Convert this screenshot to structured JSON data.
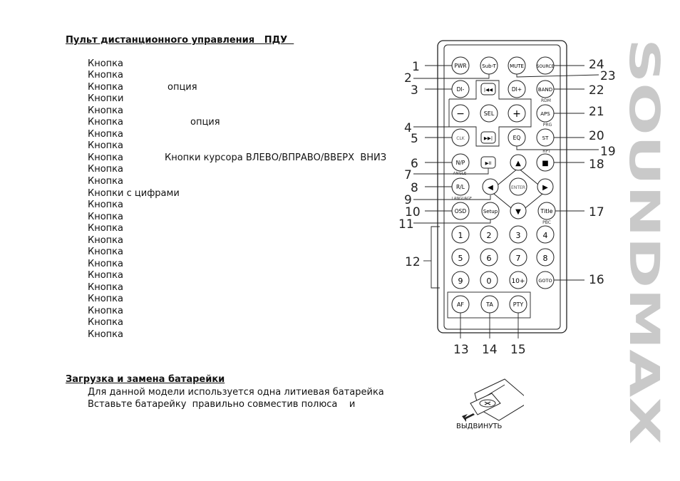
{
  "section1": {
    "title": "Пульт дистанционного управления   ПДУ  ",
    "lines": [
      {
        "a": "Кнопка",
        "b": ""
      },
      {
        "a": "Кнопка",
        "b": ""
      },
      {
        "a": "Кнопка",
        "b": "опция"
      },
      {
        "a": "Кнопки",
        "b": ""
      },
      {
        "a": "Кнопка",
        "b": ""
      },
      {
        "a": "Кнопка",
        "b": "опция"
      },
      {
        "a": "Кнопка",
        "b": ""
      },
      {
        "a": "Кнопка",
        "b": ""
      },
      {
        "a": "Кнопка",
        "b": "Кнопки курсора ВЛЕВО/ВПРАВО/ВВЕРХ  ВНИЗ"
      },
      {
        "a": "Кнопка",
        "b": ""
      },
      {
        "a": "Кнопка",
        "b": ""
      },
      {
        "a": "Кнопки с цифрами",
        "b": ""
      },
      {
        "a": "Кнопка",
        "b": ""
      },
      {
        "a": "Кнопка",
        "b": ""
      },
      {
        "a": "Кнопка",
        "b": ""
      },
      {
        "a": "Кнопка",
        "b": ""
      },
      {
        "a": "Кнопка",
        "b": ""
      },
      {
        "a": "Кнопка",
        "b": ""
      },
      {
        "a": "Кнопка",
        "b": ""
      },
      {
        "a": "Кнопка",
        "b": ""
      },
      {
        "a": "Кнопка",
        "b": ""
      },
      {
        "a": "Кнопка",
        "b": ""
      },
      {
        "a": "Кнопка",
        "b": ""
      },
      {
        "a": "Кнопка",
        "b": ""
      }
    ]
  },
  "section2": {
    "title": "Загрузка и замена батарейки",
    "para1": "Для данной модели используется одна литиевая батарейка",
    "para2": "Вставьте батарейку  правильно совместив полюса    и"
  },
  "brand": "SOUNDMAX",
  "battery_label": "ВЫДВИНУТЬ",
  "remote": {
    "buttons": {
      "pwr": "PWR",
      "subt": "Sub-T",
      "mute": "MUTE",
      "source": "SOURCE",
      "dim": "DI-",
      "prev": "|◀◀",
      "dip": "DI+",
      "band": "BAND",
      "minus": "−",
      "sel": "SEL",
      "plus": "+",
      "aps": "APS",
      "clk": "CLK",
      "next": "▶▶|",
      "eq": "EQ",
      "st": "ST",
      "np": "N/P",
      "play": "▶II",
      "up": "▲",
      "stop": "■",
      "rl": "R/L",
      "left": "◀",
      "enter": "ENTER",
      "right": "▶",
      "osd": "OSD",
      "setup": "Setup",
      "down": "▼",
      "title": "Title",
      "n1": "1",
      "n2": "2",
      "n3": "3",
      "n4": "4",
      "n5": "5",
      "n6": "6",
      "n7": "7",
      "n8": "8",
      "n9": "9",
      "n0": "0",
      "n10": "10+",
      "goto": "GOTO",
      "af": "AF",
      "ta": "TA",
      "pty": "PTY"
    },
    "sublabels": {
      "rdm": "RDM",
      "prg": "PRG",
      "rpt": "RPT",
      "angle": "ANGLE",
      "language": "LANGUAGE",
      "pbc": "PBC"
    },
    "callouts": {
      "c1": "1",
      "c2": "2",
      "c3": "3",
      "c4": "4",
      "c5": "5",
      "c6": "6",
      "c7": "7",
      "c8": "8",
      "c9": "9",
      "c10": "10",
      "c11": "11",
      "c12": "12",
      "c13": "13",
      "c14": "14",
      "c15": "15",
      "c16": "16",
      "c17": "17",
      "c18": "18",
      "c19": "19",
      "c20": "20",
      "c21": "21",
      "c22": "22",
      "c23": "23",
      "c24": "24"
    }
  }
}
